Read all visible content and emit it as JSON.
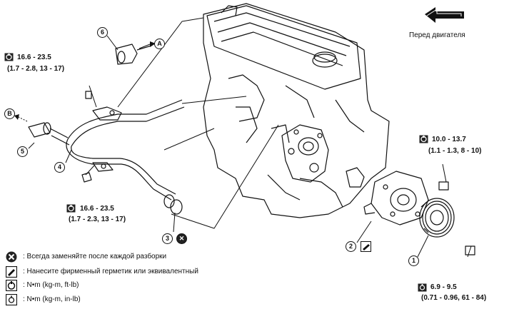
{
  "header": {
    "front_label": "Перед двигателя"
  },
  "callouts": {
    "c1": "1",
    "c2": "2",
    "c3": "3",
    "c4": "4",
    "c5": "5",
    "c6": "6",
    "a": "A",
    "b": "B"
  },
  "torque_specs": {
    "top_left": {
      "main": "16.6 - 23.5",
      "sub": "(1.7 - 2.8, 13 - 17)"
    },
    "bottom_left": {
      "main": "16.6 - 23.5",
      "sub": "(1.7 - 2.3, 13 - 17)"
    },
    "right_upper": {
      "main": "10.0 - 13.7",
      "sub": "(1.1 - 1.3, 8 - 10)"
    },
    "right_lower": {
      "main": "6.9 - 9.5",
      "sub": "(0.71 - 0.96, 61 - 84)"
    }
  },
  "legend": [
    {
      "icon": "replace-icon",
      "text": ": Всегда заменяйте после каждой разборки"
    },
    {
      "icon": "sealant-icon",
      "text": ": Нанесите фирменный герметик или эквивалентный"
    },
    {
      "icon": "torque-icon",
      "text": ": N•m  (kg-m,  ft-lb)"
    },
    {
      "icon": "torque-small-icon",
      "text": ": N•m  (kg-m,  in-lb)"
    }
  ]
}
